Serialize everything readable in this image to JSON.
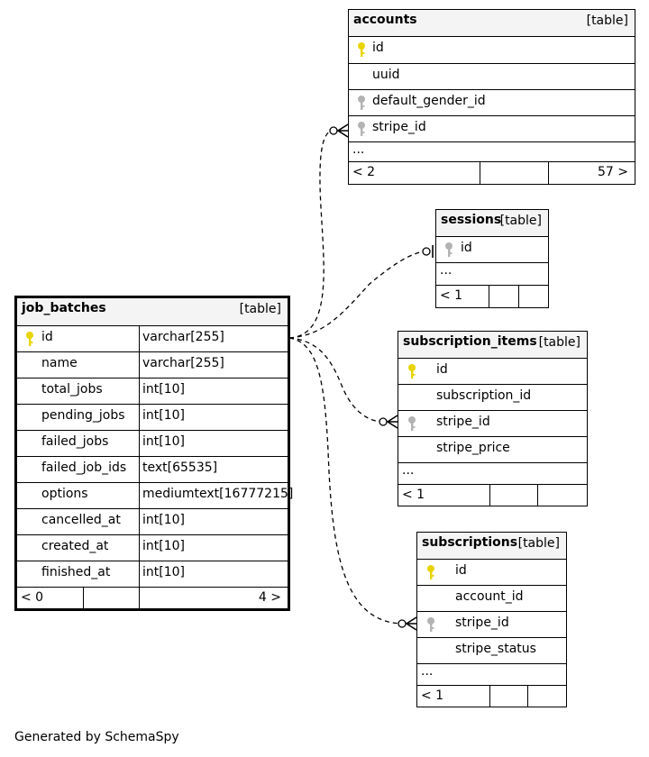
{
  "tables": {
    "accounts": {
      "name": "accounts",
      "type_tag": "[table]",
      "columns": [
        {
          "name": "id",
          "key": "primary-key"
        },
        {
          "name": "uuid",
          "key": ""
        },
        {
          "name": "default_gender_id",
          "key": "foreign-key"
        },
        {
          "name": "stripe_id",
          "key": "foreign-key"
        }
      ],
      "ellipsis": "...",
      "footer": {
        "parents": "< 2",
        "children": "57 >"
      }
    },
    "sessions": {
      "name": "sessions",
      "type_tag": "[table]",
      "columns": [
        {
          "name": "id",
          "key": "foreign-key"
        }
      ],
      "ellipsis": "...",
      "footer": {
        "parents": "< 1",
        "children": ""
      }
    },
    "job_batches": {
      "name": "job_batches",
      "type_tag": "[table]",
      "columns": [
        {
          "name": "id",
          "type": "varchar[255]",
          "key": "primary-key"
        },
        {
          "name": "name",
          "type": "varchar[255]",
          "key": ""
        },
        {
          "name": "total_jobs",
          "type": "int[10]",
          "key": ""
        },
        {
          "name": "pending_jobs",
          "type": "int[10]",
          "key": ""
        },
        {
          "name": "failed_jobs",
          "type": "int[10]",
          "key": ""
        },
        {
          "name": "failed_job_ids",
          "type": "text[65535]",
          "key": ""
        },
        {
          "name": "options",
          "type": "mediumtext[16777215]",
          "key": ""
        },
        {
          "name": "cancelled_at",
          "type": "int[10]",
          "key": ""
        },
        {
          "name": "created_at",
          "type": "int[10]",
          "key": ""
        },
        {
          "name": "finished_at",
          "type": "int[10]",
          "key": ""
        }
      ],
      "footer": {
        "parents": "< 0",
        "children": "4 >"
      }
    },
    "subscription_items": {
      "name": "subscription_items",
      "type_tag": "[table]",
      "columns": [
        {
          "name": "id",
          "key": "primary-key"
        },
        {
          "name": "subscription_id",
          "key": ""
        },
        {
          "name": "stripe_id",
          "key": "foreign-key"
        },
        {
          "name": "stripe_price",
          "key": ""
        }
      ],
      "ellipsis": "...",
      "footer": {
        "parents": "< 1",
        "children": ""
      }
    },
    "subscriptions": {
      "name": "subscriptions",
      "type_tag": "[table]",
      "columns": [
        {
          "name": "id",
          "key": "primary-key"
        },
        {
          "name": "account_id",
          "key": ""
        },
        {
          "name": "stripe_id",
          "key": "foreign-key"
        },
        {
          "name": "stripe_status",
          "key": ""
        }
      ],
      "ellipsis": "...",
      "footer": {
        "parents": "< 1",
        "children": ""
      }
    }
  },
  "relationships": [
    {
      "from": "job_batches.id",
      "to": "accounts.stripe_id"
    },
    {
      "from": "job_batches.id",
      "to": "sessions.id"
    },
    {
      "from": "job_batches.id",
      "to": "subscription_items.stripe_id"
    },
    {
      "from": "job_batches.id",
      "to": "subscriptions.stripe_id"
    }
  ],
  "colors": {
    "primary_key": "#e8d400",
    "foreign_key": "#b3b3b3",
    "header_bg": "#f4f4f4"
  },
  "footer_text": "Generated by SchemaSpy"
}
